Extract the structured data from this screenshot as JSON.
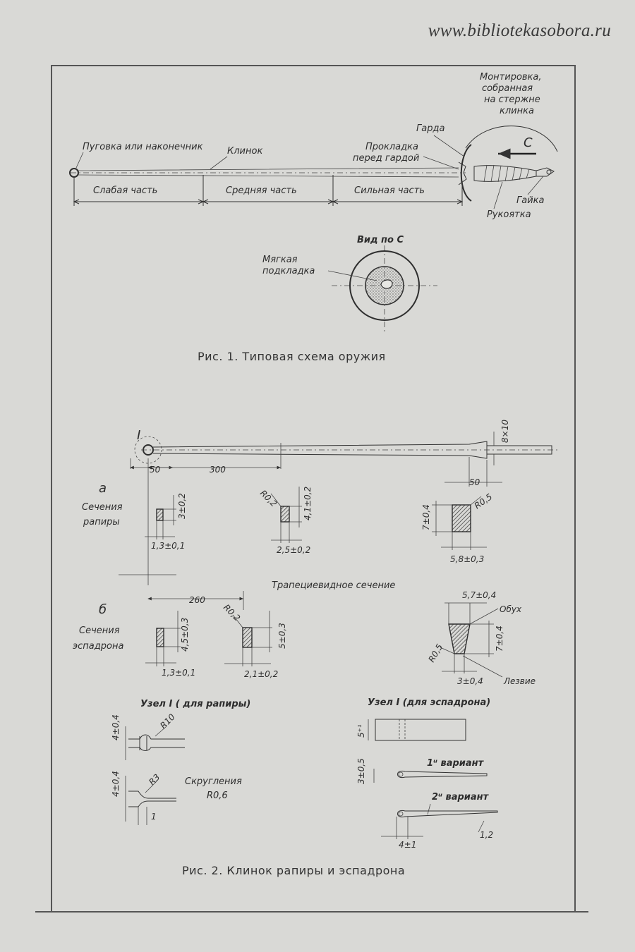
{
  "watermark": "www.bibliotekasobora.ru",
  "fig1": {
    "caption": "Рис. 1. Типовая схема оружия",
    "labels": {
      "tip": "Пуговка или наконечник",
      "blade": "Клинок",
      "weak": "Слабая часть",
      "middle": "Средняя часть",
      "strong": "Сильная часть",
      "guard": "Гарда",
      "pad1": "Прокладка",
      "pad2": "перед гардой",
      "mount1": "Монтировка,",
      "mount2": "собранная",
      "mount3": "на стержне",
      "mount4": "клинка",
      "arrow_c": "C",
      "nut": "Гайка",
      "handle": "Рукоятка",
      "view": "Вид по С",
      "soft1": "Мягкая",
      "soft2": "подкладка"
    }
  },
  "fig2": {
    "caption": "Рис. 2. Клинок рапиры и эспадрона",
    "node_mark": "I",
    "dims_top": {
      "d50a": "50",
      "d300": "300",
      "d50b": "50",
      "d8x10": "8×10"
    },
    "foil": {
      "letter": "а",
      "title1": "Сечения",
      "title2": "рапиры",
      "s1_h": "3±0,2",
      "s1_w": "1,3±0,1",
      "s2_r": "R0,2",
      "s2_h": "4,1±0,2",
      "s2_w": "2,5±0,2",
      "s3_h": "7±0,4",
      "s3_r": "R0,5",
      "s3_w": "5,8±0,3"
    },
    "epee": {
      "letter": "б",
      "title1": "Сечения",
      "title2": "эспадрона",
      "d260": "260",
      "trap_title": "Трапециевидное сечение",
      "s1_h": "4,5±0,3",
      "s1_w": "1,3±0,1",
      "s2_r": "R0,2",
      "s2_h": "5±0,3",
      "s2_w": "2,1±0,2",
      "t_top": "5,7±0,4",
      "t_back": "Обух",
      "t_h": "7±0,4",
      "t_r": "R0,5",
      "t_bottom": "3±0,4",
      "t_edge": "Лезвие"
    },
    "node_foil": {
      "title": "Узел I ( для рапиры)",
      "d1": "4±0,4",
      "r10": "R10",
      "d2": "4±0,4",
      "r3": "R3",
      "d3": "1",
      "round1": "Скругления",
      "round2": "R0,6"
    },
    "node_epee": {
      "title": "Узел I (для эспадрона)",
      "d5": "5⁺¹",
      "d3": "3±0,5",
      "v1": "1ᵘ вариант",
      "v2": "2ᵘ вариант",
      "d12": "1,2",
      "d4": "4±1"
    }
  }
}
